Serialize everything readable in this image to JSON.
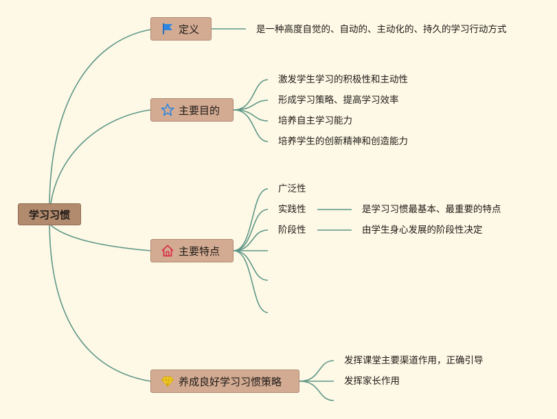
{
  "root": {
    "label": "学习习惯"
  },
  "branches": [
    {
      "label": "定义",
      "icon": "flag-icon",
      "children": [
        "是一种高度自觉的、自动的、主动化的、持久的学习行动方式"
      ]
    },
    {
      "label": "主要目的",
      "icon": "star-icon",
      "children": [
        "激发学生学习的积极性和主动性",
        "形成学习策略、提高学习效率",
        "培养自主学习能力",
        "培养学生的创新精神和创造能力"
      ]
    },
    {
      "label": "主要特点",
      "icon": "house-icon",
      "children": [
        "广泛性",
        "实践性",
        "阶段性"
      ],
      "details": {
        "practice": "是学习习惯最基本、最重要的特点",
        "stage": "由学生身心发展的阶段性决定"
      }
    },
    {
      "label": "养成良好学习习惯策略",
      "icon": "diamond-icon",
      "children": [
        "发挥课堂主要渠道作用，正确引导",
        "发挥家长作用"
      ]
    }
  ],
  "colors": {
    "background": "#fdf9e6",
    "line": "#5f9687",
    "root_fill": "#b28a6d",
    "node_fill": "#d3ab92"
  }
}
